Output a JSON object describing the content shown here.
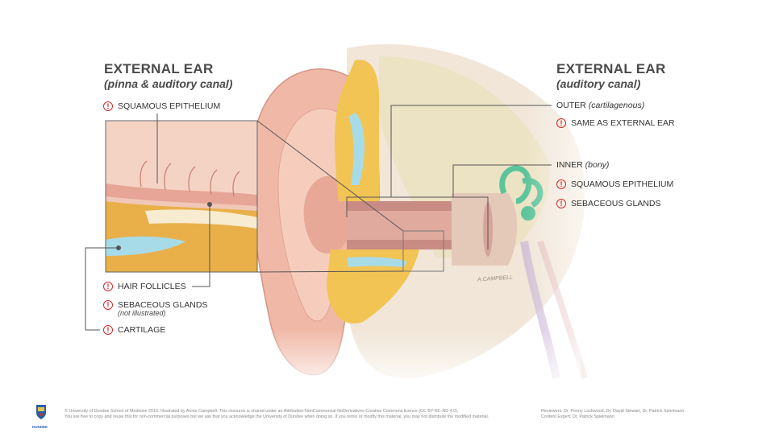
{
  "left": {
    "title": "EXTERNAL EAR",
    "subtitle": "(pinna & auditory canal)",
    "labels": {
      "squamous": "SQUAMOUS EPITHELIUM",
      "hair": "HAIR FOLLICLES",
      "sebaceous": "SEBACEOUS GLANDS",
      "sebaceous_note": "(not illustrated)",
      "cartilage": "CARTILAGE"
    }
  },
  "right": {
    "title": "EXTERNAL EAR",
    "subtitle": "(auditory canal)",
    "outer_label": "OUTER",
    "outer_note": "(cartilagenous)",
    "outer_item": "SAME AS EXTERNAL EAR",
    "inner_label": "INNER",
    "inner_note": "(bony)",
    "inner_item1": "SQUAMOUS EPITHELIUM",
    "inner_item2": "SEBACEOUS GLANDS"
  },
  "warning_symbol": "!",
  "signature": "A.CAMPBELL",
  "footer": {
    "logo_text": "DUNDEE",
    "license_line1": "© University of Dundee School of Medicine 2015. Illustrated by Annie Campbell. This resource is shared under an Attribution-NonCommercial-NoDerivatives Creative Commons licence (CC BY-NC-ND 4.0).",
    "license_line2": "You are free to copy and reuse this for non-commercial purposes but we ask that you acknowledge the University of Dundee when doing so. If you remix or modify this material, you may not distribute the modified material.",
    "reviewers": "Reviewers: Dr. Penny Lockwood, Dr. David Stewart, Dr. Patrick Spielmann",
    "content_expert": "Content Expert: Dr. Patrick Spielmann"
  },
  "colors": {
    "skin": "#f2c4b4",
    "skin_dark": "#e3a494",
    "fat": "#f0c24a",
    "cartilage_blue": "#a8dbe8",
    "canal": "#c98c84",
    "bone": "#eee5cc",
    "cochlea": "#5cc49a",
    "warning": "#d22a2a",
    "leader": "#555555"
  }
}
